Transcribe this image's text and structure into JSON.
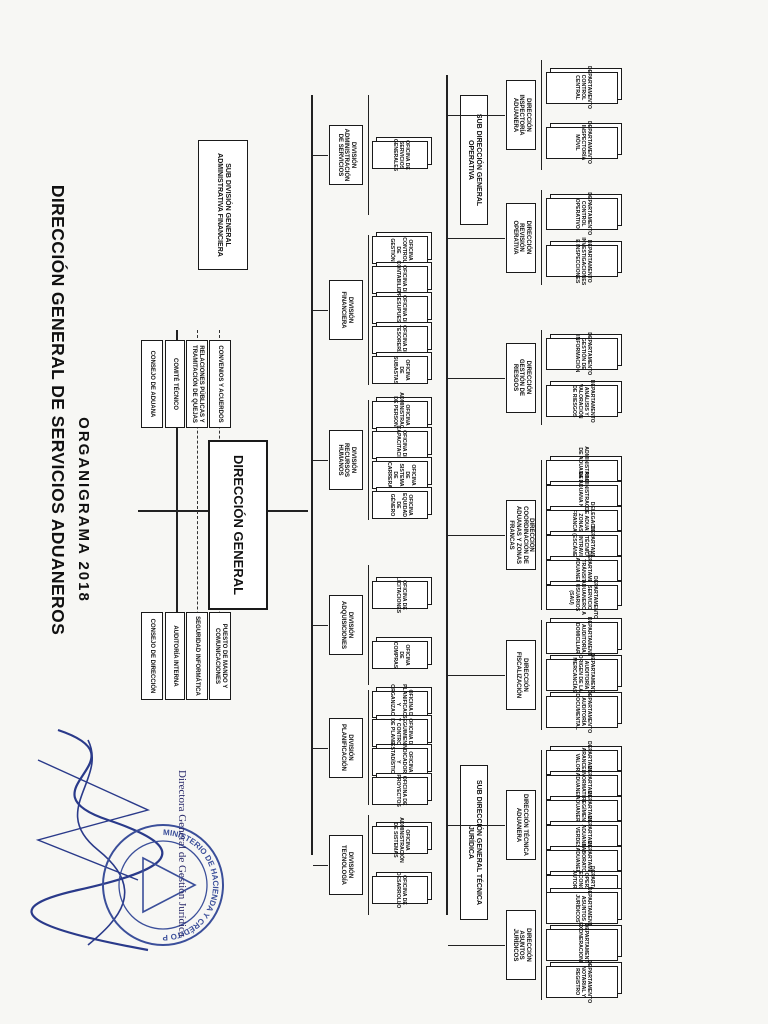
{
  "header": {
    "title": "DIRECCIÓN GENERAL DE SERVICIOS ADUANEROS",
    "subtitle": "ORGANIGRAMA 2018"
  },
  "direccion_general": "DIRECCIÓN GENERAL",
  "advisory_left": [
    "CONSEJO DE ADUANA",
    "COMITÉ TÉCNICO",
    "RELACIONES PÚBLICAS Y TRAMITACIÓN DE QUEJAS",
    "CONVENIOS Y ACUERDOS"
  ],
  "advisory_right": [
    "CONSEJO DE DIRECCIÓN",
    "AUDITORÍA INTERNA",
    "SEGURIDAD INFORMÁTICA",
    "PUESTO DE MANDO Y COMUNICACIONES"
  ],
  "sub_admin": "SUB DIVISIÓN GENERAL ADMINISTRATIVA FINANCIERA",
  "sub_operativa": "SUB DIRECCIÓN GENERAL OPERATIVA",
  "sub_tecnica": "SUB DIRECCIÓN GENERAL TÉCNICA JURÍDICA",
  "divisions": [
    {
      "name": "DIVISIÓN ADMINISTRACIÓN DE SERVICIOS",
      "offices": [
        "OFICINA DE SERVICIOS GENERALES"
      ]
    },
    {
      "name": "DIVISIÓN FINANCIERA",
      "offices": [
        "OFICINA CONTROL DE GESTIÓN",
        "OFICINA DE CONTABILIDAD",
        "OFICINA DE PRESUPUESTO",
        "OFICINA DE TESORERÍA",
        "OFICINA DE SUBASTAS"
      ]
    },
    {
      "name": "DIVISIÓN RECURSOS HUMANOS",
      "offices": [
        "OFICINA ADMINISTRACIÓN DE PERSONAL",
        "OFICINA DE CAPACITACIÓN",
        "OFICINA DE SISTEMA DE CARRERA",
        "OFICINA EQUIDAD DE GÉNERO"
      ]
    },
    {
      "name": "DIVISIÓN ADQUISICIONES",
      "offices": [
        "OFICINA DE LICITACIONES",
        "OFICINA DE COMPRAS"
      ]
    },
    {
      "name": "DIVISIÓN PLANIFICACIÓN",
      "offices": [
        "OFICINA DE PLANIFICACIÓN Y ORGANIZACIÓN",
        "OFICINA DE SEGUIMIENTO Y CONTROL DE PLANES",
        "OFICINA INDICADORES Y ESTADÍSTICAS",
        "OFICINA DE PROYECTOS"
      ]
    },
    {
      "name": "DIVISIÓN TECNOLOGÍA",
      "offices": [
        "OFICINA ADMINISTRACIÓN DE SISTEMAS",
        "OFICINA DE DESARROLLO"
      ]
    }
  ],
  "directions": [
    {
      "name": "DIRECCIÓN INSPECTORÍA ADUANERA",
      "depts": [
        "DEPARTAMENTO CONTROL CENTRAL",
        "DEPARTAMENTO INSPECTORÍA MÓVIL"
      ]
    },
    {
      "name": "DIRECCIÓN REVISIÓN OPERATIVA",
      "depts": [
        "DEPARTAMENTO CONTROL OPERATIVO",
        "DEPARTAMENTO INVESTIGACIONES E INSPECCIONES"
      ]
    },
    {
      "name": "DIRECCIÓN GESTIÓN DE RIESGOS",
      "depts": [
        "DEPARTAMENTO GESTIÓN DE INFORMACIÓN",
        "DEPARTAMENTO ANÁLISIS Y VALORACIÓN DE RIESGOS"
      ]
    },
    {
      "name": "DIRECCIÓN COORDINACIÓN DE ADUANAS Y ZONAS FRANCAS",
      "depts": [
        "ADMINISTRACIONES DE ADUANA NIVEL I",
        "ADMINISTRACIONES DE ADUANA NIVEL II",
        "DELEGACIONES DE ADUANA ZONAS FRANCAS",
        "DEPARTAMENTO TÉCNICO INTRAVIA (ESCÁNER)",
        "DEPARTAMENTO TRÁNSITO ADUANERO",
        "DEPARTAMENTO SERVICIO ADUANERO A USUARIOS (SAU)"
      ]
    },
    {
      "name": "DIRECCIÓN FISCALIZACIÓN",
      "depts": [
        "DEPARTAMENTO AUDITORÍA DOMICILIAR",
        "DEPARTAMENTO AUDITORÍA ORIGEN DE LAS MERCANCÍAS",
        "DEPARTAMENTO AUDITORÍA DOCUMENTAL"
      ]
    },
    {
      "name": "DIRECCIÓN TÉCNICA ADUANERA",
      "depts": [
        "DEPARTAMENTO ARANCEL Y VALOR",
        "DEPARTAMENTO NORMATIVA ADUANERA",
        "DEPARTAMENTO REGÍMENES ADUANEROS",
        "DEPARTAMENTO ADUANAS VERDES",
        "DEPARTAMENTO LABORATORIO ADUANERO",
        "DEPARTAMENTO OPERADOR ECONÓMICO AUTORIZADO"
      ]
    },
    {
      "name": "DIRECCIÓN ASUNTOS JURÍDICOS",
      "depts": [
        "DEPARTAMENTO ASUNTOS JURÍDICOS",
        "DEPARTAMENTO EXONERACIONES",
        "DEPARTAMENTO NOTARIAL Y REGISTRO"
      ]
    }
  ],
  "signature_caption": "Directora General de Gestión Jurídica",
  "seal_text": "MINISTERIO DE HACIENDA Y CRÉDITO PÚBLICO",
  "colors": {
    "ink": "#111111",
    "paper": "#f7f7f4",
    "signature": "#2a3a8a"
  }
}
